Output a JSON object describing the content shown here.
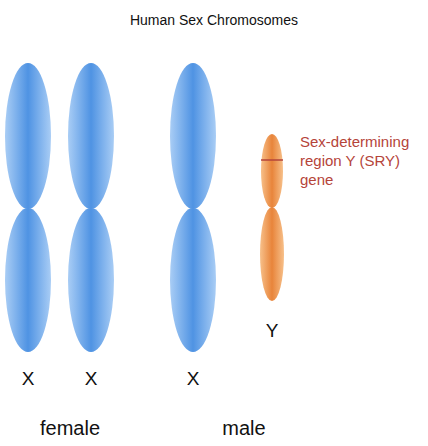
{
  "diagram": {
    "title": "Human Sex Chromosomes",
    "labels": [
      "X",
      "X",
      "X",
      "Y",
      "Sex-determining region Y (SRY) gene",
      "female",
      "male"
    ]
  }
}
